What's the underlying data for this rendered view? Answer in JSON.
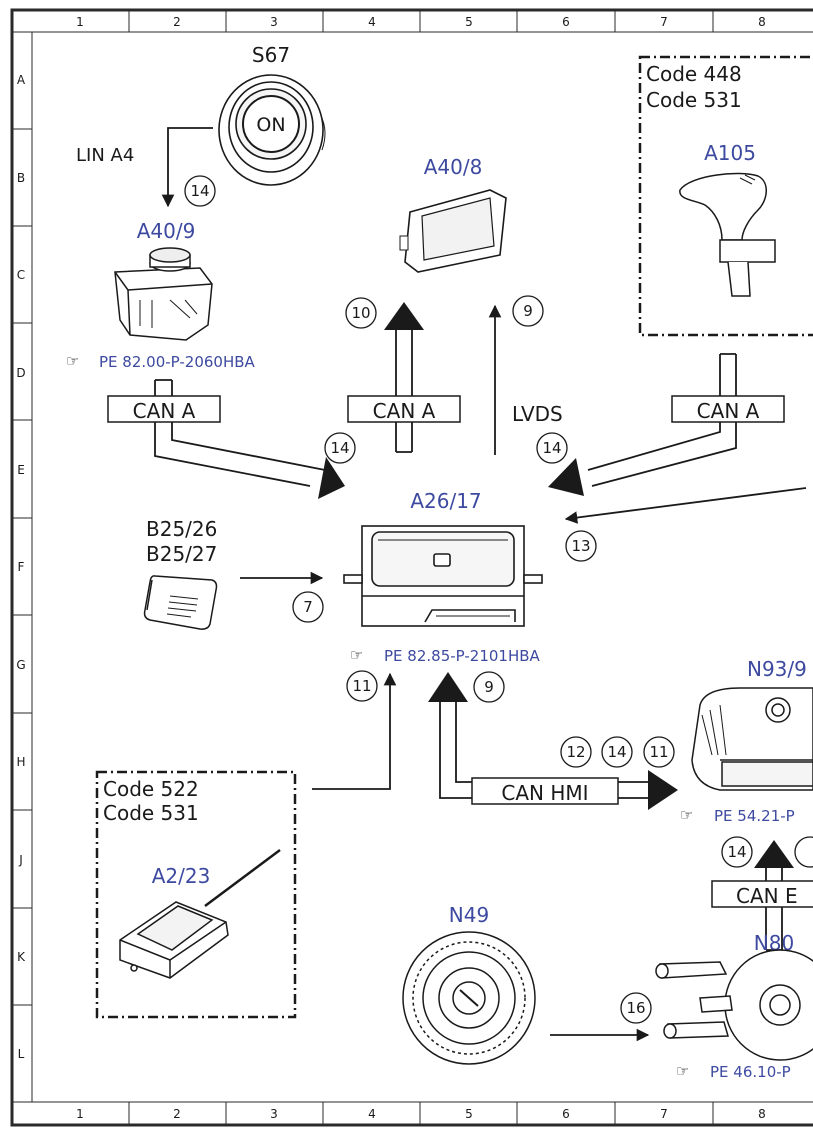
{
  "grid": {
    "columns": [
      "1",
      "2",
      "3",
      "4",
      "5",
      "6",
      "7",
      "8"
    ],
    "rows": [
      "A",
      "B",
      "C",
      "D",
      "E",
      "F",
      "G",
      "H",
      "J",
      "K",
      "L"
    ]
  },
  "components": {
    "s67": {
      "label": "S67",
      "button_text": "ON"
    },
    "a40_9": {
      "label": "A40/9",
      "ref": "PE 82.00-P-2060HBA"
    },
    "a40_8": {
      "label": "A40/8"
    },
    "a105": {
      "label": "A105",
      "codes": [
        "Code 448",
        "Code 531"
      ]
    },
    "a26_17": {
      "label": "A26/17",
      "ref": "PE 82.85-P-2101HBA"
    },
    "b25": {
      "label_1": "B25/26",
      "label_2": "B25/27"
    },
    "n93_9": {
      "label": "N93/9",
      "ref": "PE 54.21-P"
    },
    "a2_23": {
      "label": "A2/23",
      "codes": [
        "Code 522",
        "Code 531"
      ]
    },
    "n49": {
      "label": "N49"
    },
    "n80": {
      "label": "N80",
      "ref": "PE 46.10-P"
    }
  },
  "buses": {
    "can_a": "CAN A",
    "can_hmi": "CAN HMI",
    "can_e": "CAN E",
    "lvds": "LVDS",
    "lin_a4": "LIN A4"
  },
  "circle_numbers": {
    "n14_s67": "14",
    "n10": "10",
    "n9_top": "9",
    "n14_can_left": "14",
    "n14_lvds": "14",
    "n13": "13",
    "n7": "7",
    "n11_left": "11",
    "n9_mid": "9",
    "n12": "12",
    "n14_hmi": "14",
    "n11_hmi": "11",
    "n14_cane": "14",
    "n16": "16"
  },
  "colors": {
    "component_label": "#3d4aa0",
    "line": "#1a1a1a",
    "frame": "#2a2a2a"
  },
  "icons": {
    "reference": "pointing-hand-icon"
  }
}
